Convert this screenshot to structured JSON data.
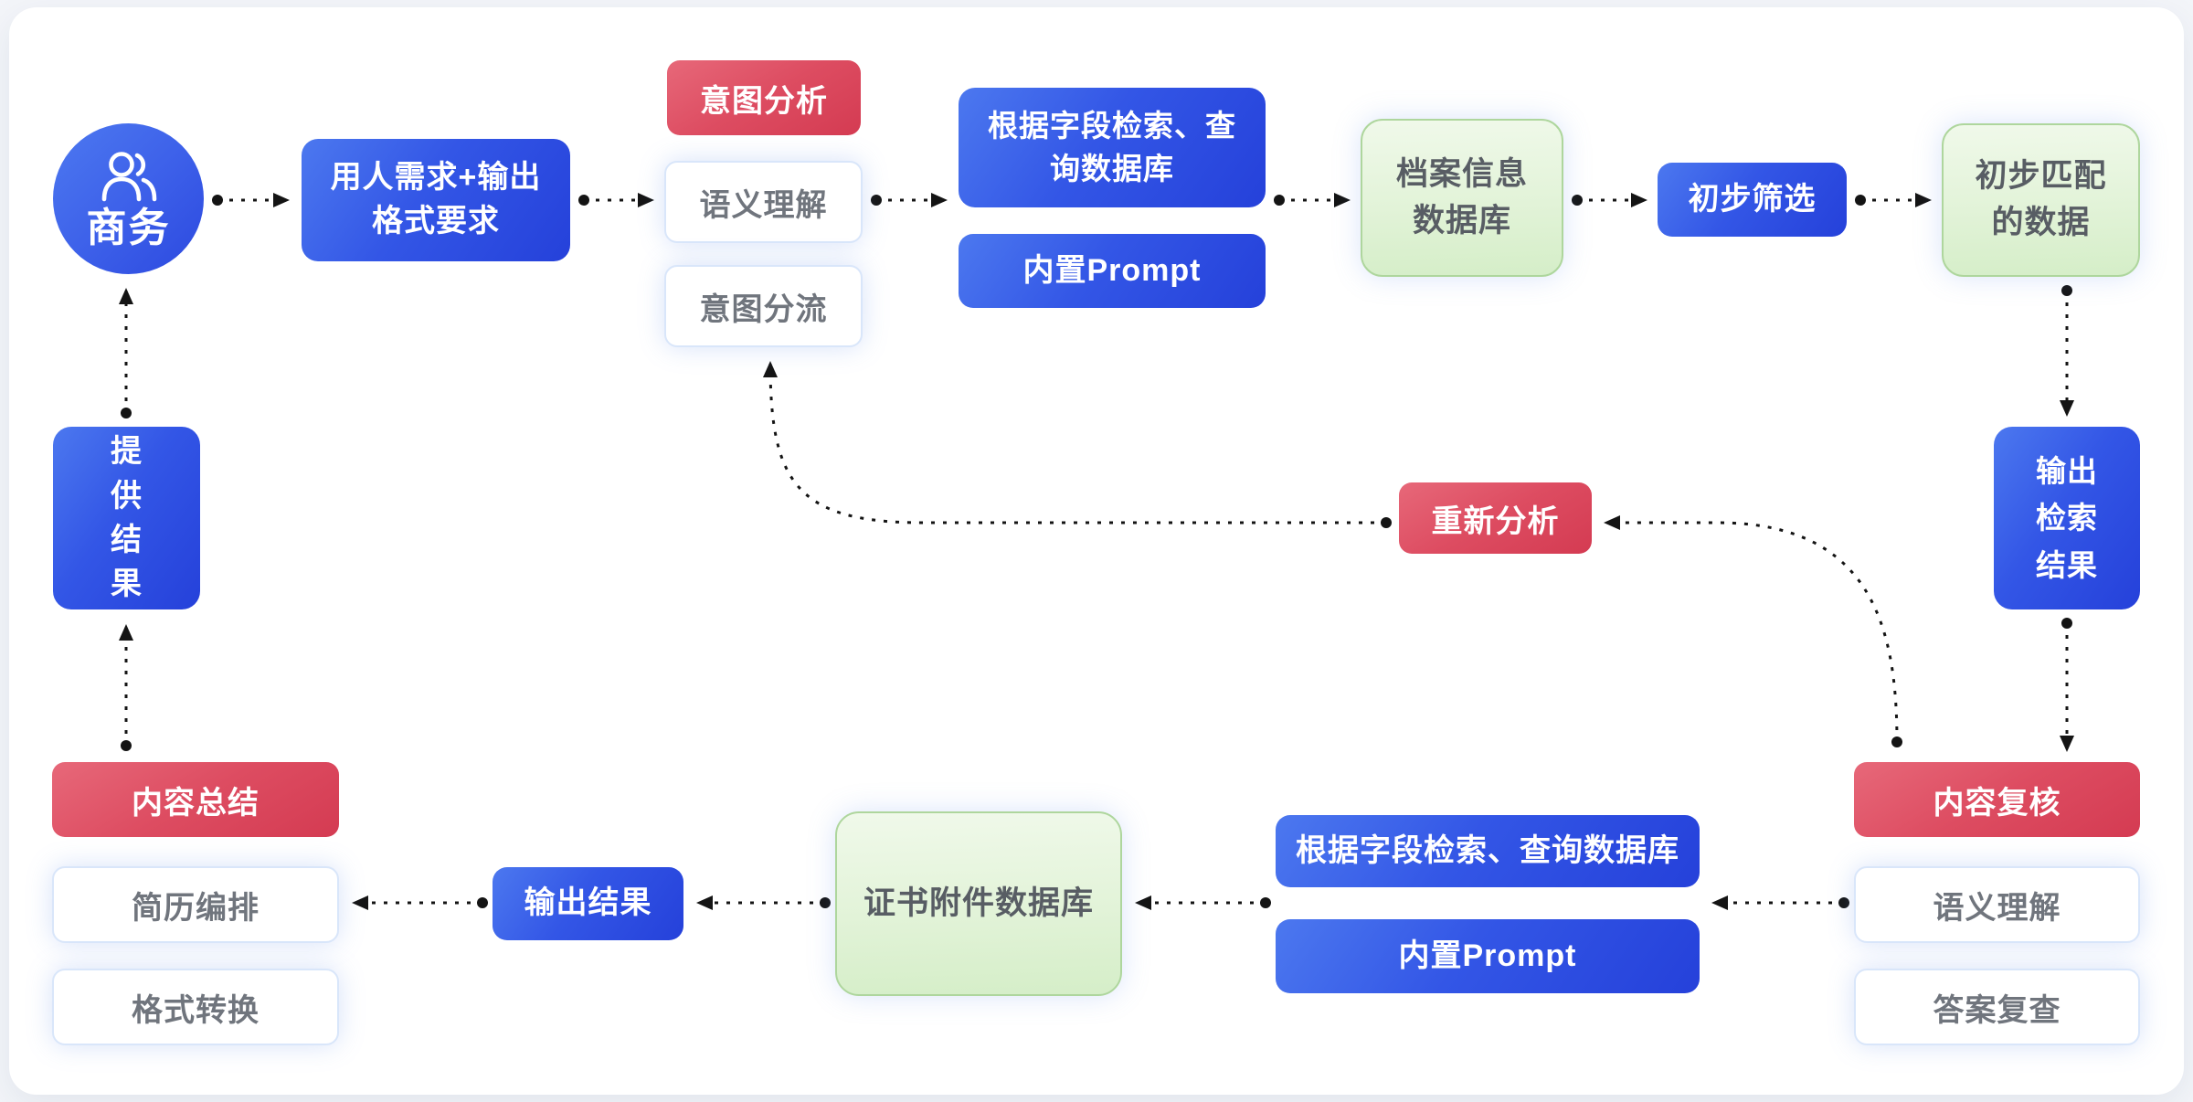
{
  "palette": {
    "blue_gradient_from": "#4c78ef",
    "blue_gradient_to": "#2541da",
    "red_gradient_from": "#e76879",
    "red_gradient_to": "#d43b52",
    "green_gradient_from": "#f0f9ea",
    "green_gradient_to": "#d5eec8",
    "green_border": "#aed69d",
    "white_box_border": "#d9e6fa",
    "gray_text": "#70757d",
    "arrow_color": "#141414",
    "card_bg": "#ffffff"
  },
  "nodes": {
    "actor": {
      "label": "商务",
      "icon": "people-icon"
    },
    "requirement": {
      "label": "用人需求+输出\n格式要求"
    },
    "intent_group": {
      "title": "意图分析",
      "items": [
        "语义理解",
        "意图分流"
      ]
    },
    "search_top": {
      "label": "根据字段检索、查\n询数据库"
    },
    "prompt_top": {
      "label": "内置Prompt"
    },
    "archive_db": {
      "label": "档案信息\n数据库"
    },
    "screening": {
      "label": "初步筛选"
    },
    "matched_data": {
      "label": "初步匹配\n的数据"
    },
    "retrieval_output": {
      "label": "输出\n检索\n结果"
    },
    "reanalyze": {
      "label": "重新分析"
    },
    "review_group": {
      "title": "内容复核",
      "items": [
        "语义理解",
        "答案复查"
      ]
    },
    "search_bottom": {
      "label": "根据字段检索、查询数据库"
    },
    "prompt_bottom": {
      "label": "内置Prompt"
    },
    "certificate_db": {
      "label": "证书附件数据库"
    },
    "output_result": {
      "label": "输出结果"
    },
    "summary_group": {
      "title": "内容总结",
      "items": [
        "简历编排",
        "格式转换"
      ]
    },
    "provide_result": {
      "label": "提\n供\n结\n果"
    }
  }
}
